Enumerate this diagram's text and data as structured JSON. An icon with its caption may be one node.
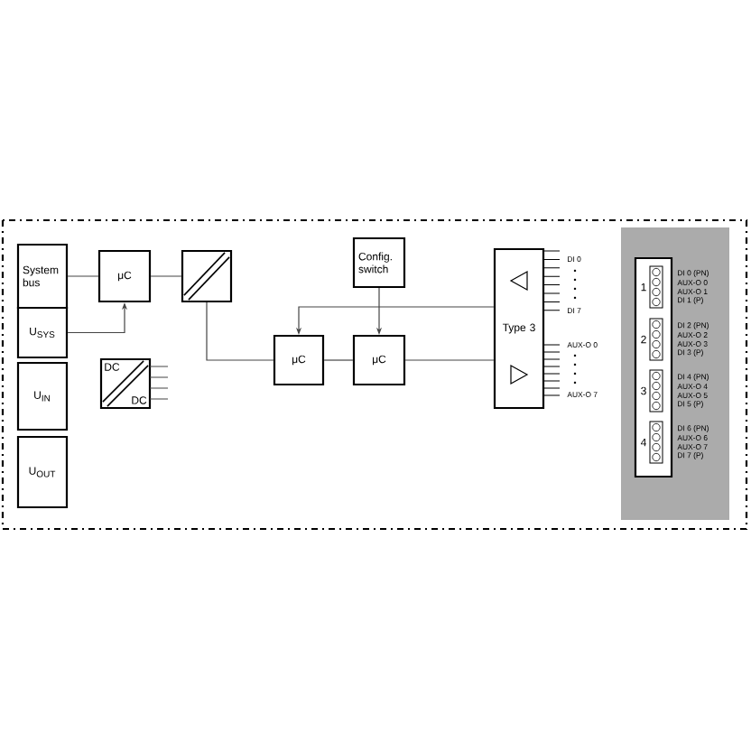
{
  "diagram": {
    "nodes": [
      {
        "text": [
          "System bus"
        ]
      },
      {
        "text": [
          "U$_{SYS}$"
        ]
      },
      {
        "text": [
          "U$_{IN}$"
        ]
      },
      {
        "text": [
          "U$_{OUT}$"
        ]
      },
      {
        "text": [
          "μC"
        ]
      },
      {
        "text": [],
        "shape": "box"
      },
      {
        "text": [
          "DC",
          "DC"
        ]
      },
      {
        "text": [
          "Config. switch"
        ]
      },
      {
        "text": [
          "μC"
        ]
      },
      {
        "text": [
          "μC"
        ]
      },
      {
        "text": [
          "Type 3"
        ]
      },
      {
        "text": [
          "1",
          "2",
          "3",
          "4"
        ],
        "beside": [
          "DI 0 (PN)",
          "AUX-O 0",
          "AUX-O 1",
          "DI 1 (P)",
          "DI 2 (PN)",
          "AUX-O 2",
          "AUX-O 3",
          "DI 3 (P)",
          "DI 4 (PN)",
          "AUX-O 4",
          "AUX-O 5",
          "DI 5 (P)",
          "DI 6 (PN)",
          "AUX-O 6",
          "AUX-O 7",
          "DI 7 (P)"
        ]
      }
    ],
    "edges": [
      {
        "from": 0,
        "to": 4,
        "arrow": "none"
      },
      {
        "from": 1,
        "to": 4,
        "arrow": "to"
      },
      {
        "from": 4,
        "to": 5,
        "arrow": "none"
      },
      {
        "from": 5,
        "to": 8,
        "arrow": "none"
      },
      {
        "from": 7,
        "to": 9,
        "arrow": "to"
      },
      {
        "from": 10,
        "to": 8,
        "arrow": "to"
      },
      {
        "from": 8,
        "to": 9,
        "arrow": "none"
      },
      {
        "from": 9,
        "to": 10,
        "arrow": "none"
      }
    ],
    "labels": [
      "DI 0",
      "DI 7",
      "AUX-O 0",
      "AUX-O 7"
    ]
  }
}
